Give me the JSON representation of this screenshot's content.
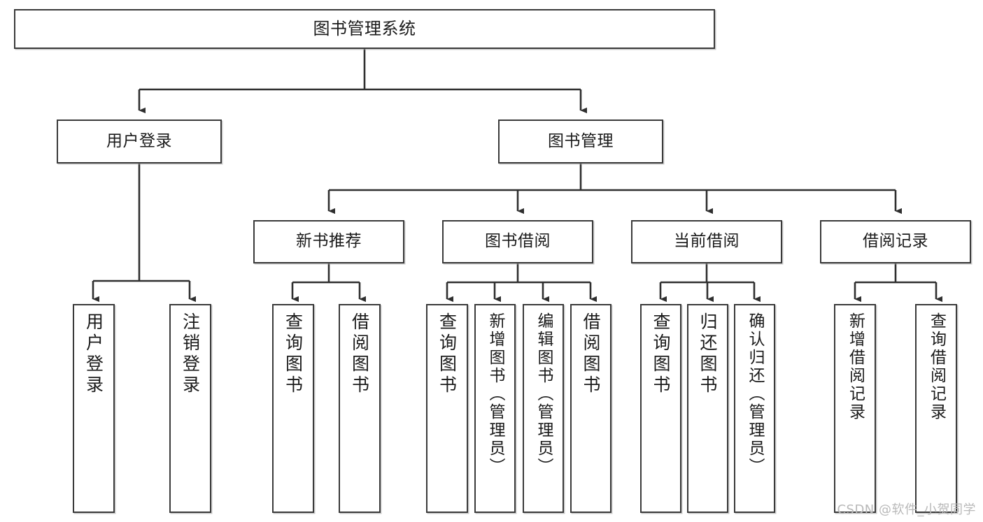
{
  "diagram": {
    "type": "tree-hierarchy-chart",
    "title": "图书管理系统",
    "orientation": "top-down",
    "line_color": "#3a3a3a",
    "box_fill": "#ffffff",
    "text_color": "#1a1a1a",
    "watermark": "CSDN @软件_小贺同学"
  },
  "nodes": {
    "root": {
      "label": "图书管理系统",
      "level": 0
    },
    "level1": [
      {
        "id": "user-login",
        "label": "用户登录"
      },
      {
        "id": "book-management",
        "label": "图书管理"
      }
    ],
    "level2": [
      {
        "id": "new-book-recommend",
        "label": "新书推荐",
        "parent": "book-management"
      },
      {
        "id": "book-borrow",
        "label": "图书借阅",
        "parent": "book-management"
      },
      {
        "id": "current-borrow",
        "label": "当前借阅",
        "parent": "book-management"
      },
      {
        "id": "borrow-record",
        "label": "借阅记录",
        "parent": "book-management"
      }
    ],
    "leaves": {
      "user-login": [
        {
          "id": "leaf-user-login",
          "label": "用户登录"
        },
        {
          "id": "leaf-logout-login",
          "label": "注销登录"
        }
      ],
      "new-book-recommend": [
        {
          "id": "leaf-query-book-1",
          "label": "查询图书"
        },
        {
          "id": "leaf-borrow-book-1",
          "label": "借阅图书"
        }
      ],
      "book-borrow": [
        {
          "id": "leaf-query-book-2",
          "label": "查询图书"
        },
        {
          "id": "leaf-add-book-admin",
          "label": "新增图书（管理员）"
        },
        {
          "id": "leaf-edit-book-admin",
          "label": "编辑图书（管理员）"
        },
        {
          "id": "leaf-borrow-book-2",
          "label": "借阅图书"
        }
      ],
      "current-borrow": [
        {
          "id": "leaf-query-book-3",
          "label": "查询图书"
        },
        {
          "id": "leaf-return-book",
          "label": "归还图书"
        },
        {
          "id": "leaf-confirm-return-admin",
          "label": "确认归还（管理员）"
        }
      ],
      "borrow-record": [
        {
          "id": "leaf-add-borrow-record",
          "label": "新增借阅记录"
        },
        {
          "id": "leaf-query-borrow-record",
          "label": "查询借阅记录"
        }
      ]
    }
  }
}
